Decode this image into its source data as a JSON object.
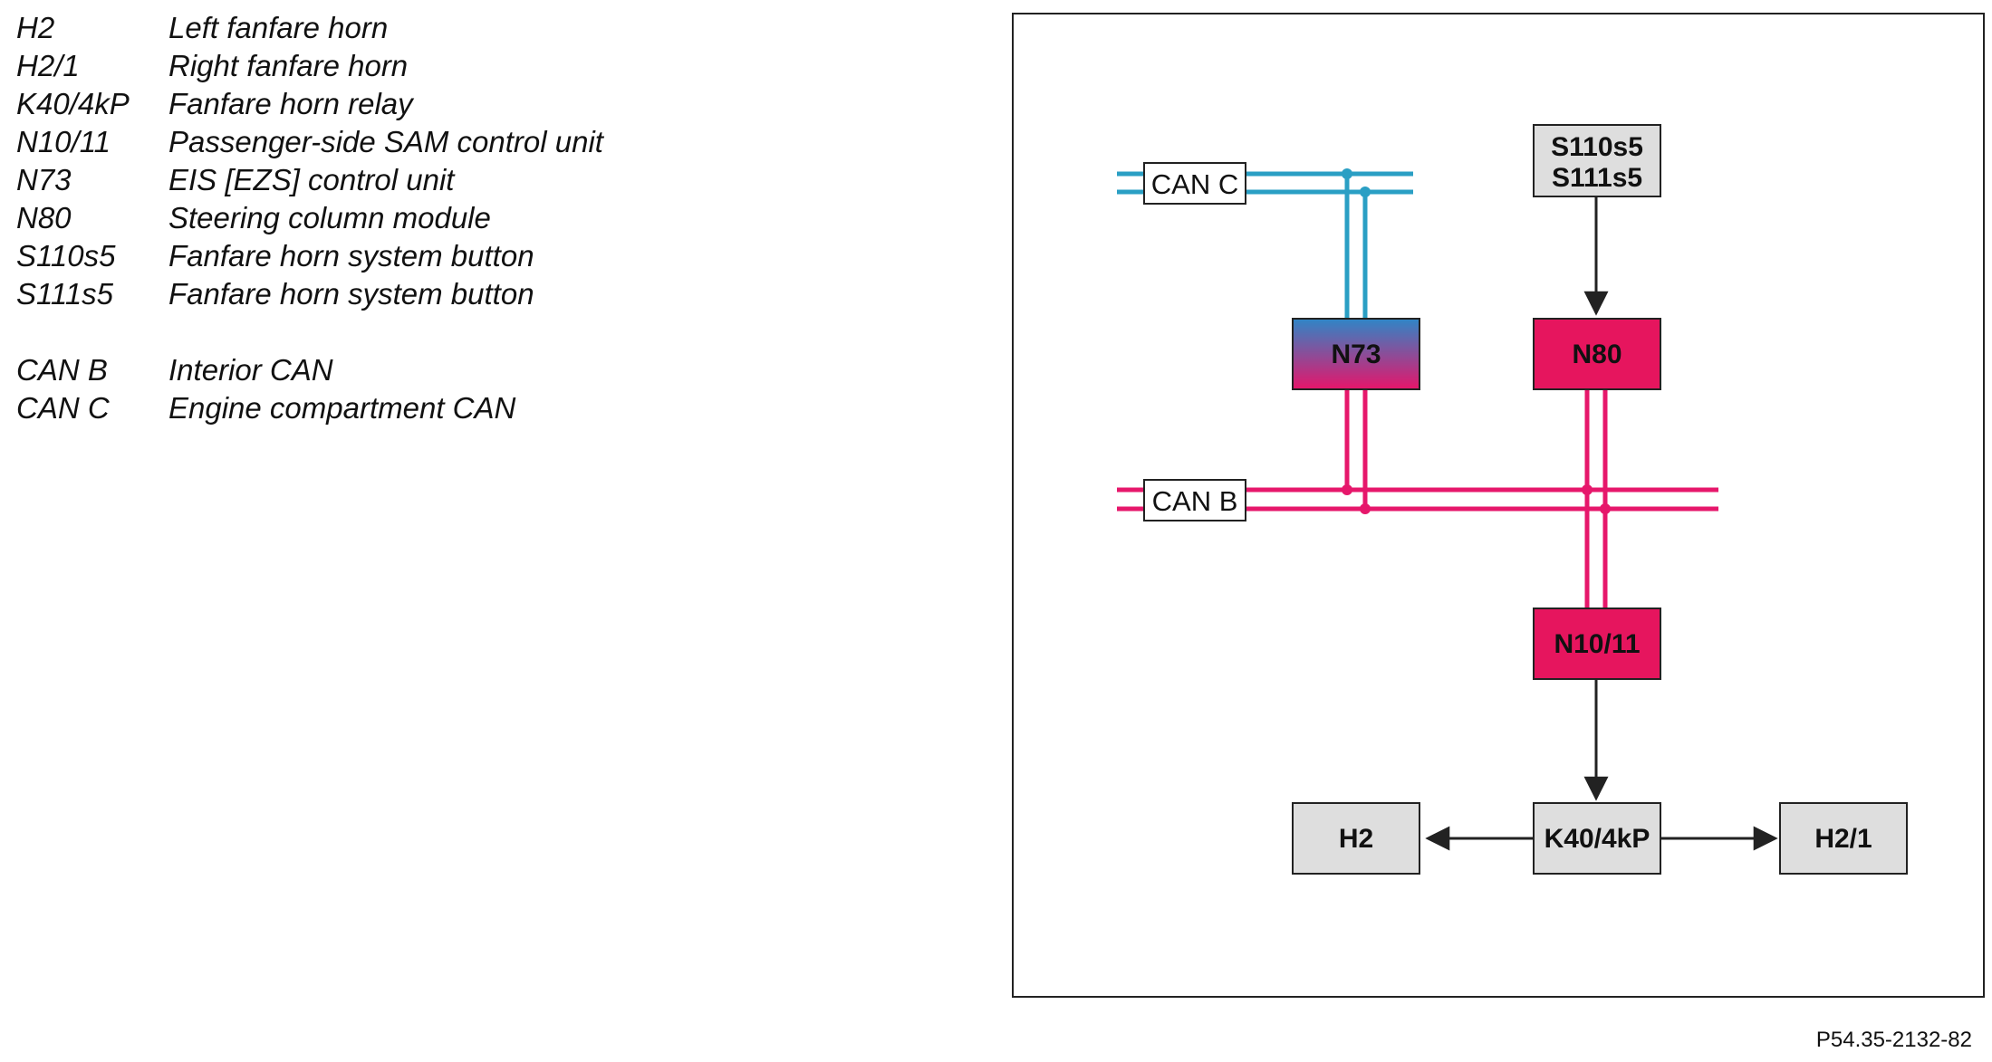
{
  "legend": {
    "items": [
      {
        "code": "H2",
        "desc": "Left fanfare horn"
      },
      {
        "code": "H2/1",
        "desc": "Right fanfare horn"
      },
      {
        "code": "K40/4kP",
        "desc": "Fanfare horn relay"
      },
      {
        "code": "N10/11",
        "desc": "Passenger-side SAM control unit"
      },
      {
        "code": "N73",
        "desc": "EIS [EZS] control unit"
      },
      {
        "code": "N80",
        "desc": "Steering column module"
      },
      {
        "code": "S110s5",
        "desc": "Fanfare horn system button"
      },
      {
        "code": "S111s5",
        "desc": "Fanfare horn system button"
      }
    ],
    "buses": [
      {
        "code": "CAN B",
        "desc": "Interior CAN"
      },
      {
        "code": "CAN C",
        "desc": "Engine compartment CAN"
      }
    ]
  },
  "diagram": {
    "nodes": {
      "switches_line1": "S110s5",
      "switches_line2": "S111s5",
      "n73": "N73",
      "n80": "N80",
      "n10_11": "N10/11",
      "k40": "K40/4kP",
      "h2": "H2",
      "h2_1": "H2/1"
    },
    "bus_labels": {
      "can_c": "CAN C",
      "can_b": "CAN B"
    },
    "colors": {
      "can_c": "#2a9fc4",
      "can_b": "#e6176b",
      "module_pink": "#e6155e",
      "box_gray": "#dedede",
      "gradient_top": "#2f86c7",
      "gradient_bottom": "#e6156a",
      "arrow": "#222222"
    }
  },
  "reference_code": "P54.35-2132-82"
}
